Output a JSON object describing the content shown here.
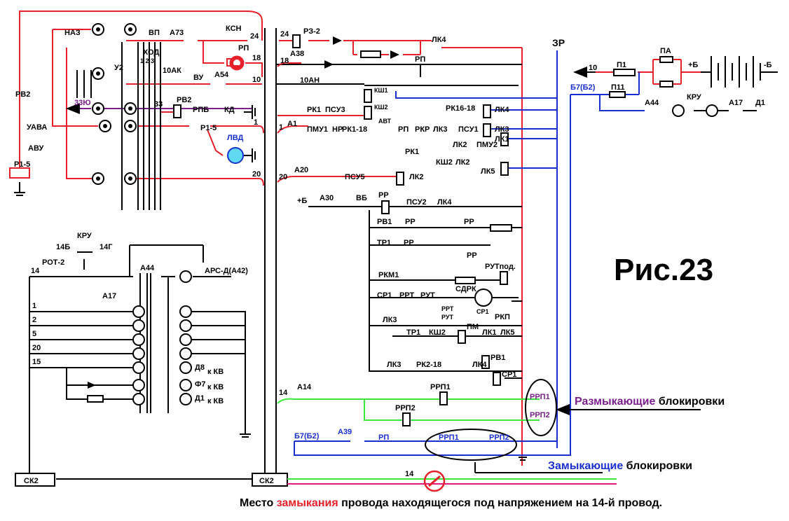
{
  "figure": {
    "title": "Рис.23",
    "caption_prefix": "Место ",
    "caption_highlight": "замыкания",
    "caption_suffix": " провода находящегося под  напряжением  на 14-й провод.",
    "open_label_highlight": "Размыкающие",
    "open_label_suffix": " блокировки",
    "close_label_highlight": "Замыкающие",
    "close_label_suffix": " блокировки"
  },
  "colors": {
    "red": "#e8202a",
    "blue": "#1a2fd0",
    "green": "#3ce63c",
    "magenta": "#e0197f",
    "purple": "#7a1f8c",
    "black": "#000000"
  },
  "labels": {
    "naz": "НАЗ",
    "vp": "ВП",
    "a73": "А73",
    "ksn": "КСН",
    "rp_top": "РП",
    "w24a": "24",
    "w18a": "18",
    "w10a": "10",
    "w33": "33",
    "w1a": "1",
    "w20a": "20",
    "hod": "ХОД",
    "hod_pos": "1  2  3",
    "u2": "У2",
    "ak10": "10АК",
    "vu": "ВУ",
    "a54": "А54",
    "rv2_left": "РВ2",
    "uava": "УАВА",
    "avu": "АВУ",
    "r15_left": "Р1-5",
    "z33u": "33Ю",
    "rv2": "РВ2",
    "rpb": "РПБ",
    "kd": "КД",
    "r15": "Р1-5",
    "lvd": "ЛВД",
    "rz2": "РЗ-2",
    "w24b": "24",
    "a38": "А38",
    "w18b": "18",
    "lk4_top": "ЛК4",
    "rp_mid": "РП",
    "an10": "10АН",
    "zr": "ЗР",
    "w10b": "10",
    "p1": "П1",
    "pa": "ПА",
    "plus_b": "+Б",
    "minus_b": "-Б",
    "b7b2": "Б7(Б2)",
    "p11": "П11",
    "a44_r": "А44",
    "kru_r": "КРУ",
    "a17_r": "А17",
    "d1_r": "Д1",
    "ksh1": "КШ1",
    "ksh2": "КШ2",
    "rk1": "РК1",
    "psu3": "ПСУ3",
    "rk16": "РК16-18",
    "lk4b": "ЛК4",
    "a1": "А1",
    "w1b": "1",
    "pmu1": "ПМУ1",
    "nr": "НР",
    "rk118": "РК1-18",
    "avt": "АВТ",
    "rp2": "РП",
    "rkr": "РКР",
    "lk3": "ЛК3",
    "psu1": "ПСУ1",
    "lk3b": "ЛК3",
    "rk1b": "РК1",
    "lk2": "ЛК2",
    "pmu2": "ПМУ2",
    "lk1": "ЛК1",
    "ksh2b": "КШ2",
    "lk2b": "ЛК2",
    "lk5": "ЛК5",
    "w20b": "20",
    "a20": "А20",
    "psu5": "ПСУ5",
    "lk2c": "ЛК2",
    "plus_b2": "+Б",
    "a30": "А30",
    "vb": "ВБ",
    "rr": "РР",
    "psu2": "ПСУ2",
    "lk4c": "ЛК4",
    "rv1": "РВ1",
    "rr2": "РР",
    "rr3": "РР",
    "tr1": "ТР1",
    "rr4": "РР",
    "rr5": "РР",
    "rkm1": "РКМ1",
    "rut_pod": "РУТпод.",
    "sdrk": "СДРК",
    "sr1": "СР1",
    "rrt": "РРТ",
    "rut": "РУТ",
    "rrt_s": "РРТ",
    "rut_s": "РУТ",
    "sr1_s": "СР1",
    "rkp": "РКП",
    "lk3c": "ЛК3",
    "tr1b": "ТР1",
    "ksh2c": "КШ2",
    "pm": "ПМ",
    "lk1b": "ЛК1",
    "lk5b": "ЛК5",
    "lk3d": "ЛК3",
    "rk218": "РК2-18",
    "lk4d": "ЛК4",
    "rv1b": "РВ1",
    "sr1b": "СР1",
    "w14a": "14",
    "a14": "А14",
    "rrp1": "РРП1",
    "rrp2": "РРП2",
    "rrp1_o": "РРП1",
    "rrp2_o": "РРП2",
    "b7b2_b": "Б7(Б2)",
    "a39": "А39",
    "rp_b": "РП",
    "rrp1_c": "РРП1",
    "rrp2_c": "РРП2",
    "w14b": "14",
    "sk2_l": "СК2",
    "sk2_r": "СК2",
    "kru": "КРУ",
    "w14v": "14Б",
    "w14g": "14Г",
    "w14c": "14",
    "rot2": "РОТ-2",
    "a44": "А44",
    "ars": "АРС-Д(А42)",
    "a17": "А17",
    "p_1": "1",
    "p_2": "2",
    "p_5": "5",
    "p_20": "20",
    "p_15": "15",
    "d8": "Д8",
    "f7": "Ф7",
    "d1": "Д1",
    "kkv1": "к КВ",
    "kkv2": "к КВ",
    "kkv3": "к КВ"
  }
}
